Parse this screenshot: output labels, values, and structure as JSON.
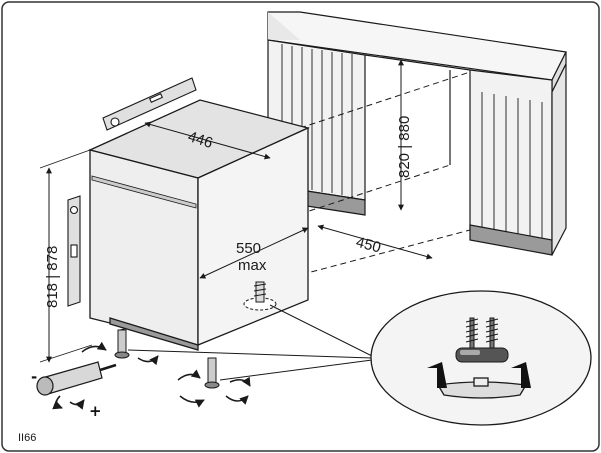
{
  "dimensions": {
    "width_top": "446",
    "depth": "550",
    "depth_unit": "max",
    "recess_depth": "450",
    "recess_height": "820 | 880",
    "height": "818 | 878"
  },
  "adjust": {
    "minus": "-",
    "plus": "+"
  },
  "figure_id": "II66",
  "colors": {
    "line": "#1a1a1a",
    "cabinet": "#eeeeee",
    "top": "#e3e3e3",
    "plinth": "#9a9a9a",
    "detail": "#f4f4f4"
  },
  "icons": [
    "spirit-level-icon",
    "rotation-arrow-icon",
    "screwdriver-icon",
    "up-arrow-icon",
    "spring-foot-icon"
  ]
}
